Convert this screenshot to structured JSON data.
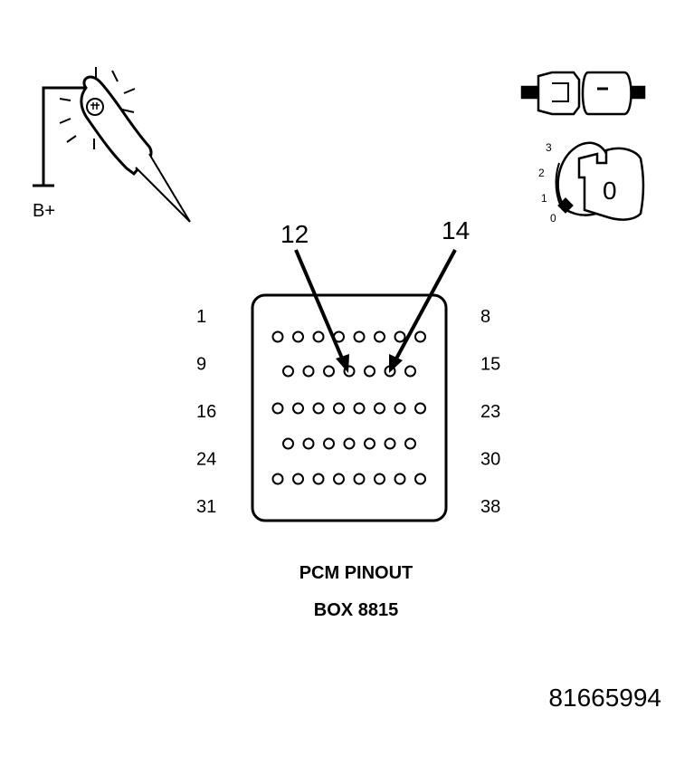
{
  "test_light": {
    "supply_label": "B+"
  },
  "ignition": {
    "positions": [
      "3",
      "2",
      "1",
      "0"
    ],
    "key_label": "0"
  },
  "connector": {
    "rows": [
      {
        "first": "1",
        "last": "8",
        "pins": 8,
        "offset": false
      },
      {
        "first": "9",
        "last": "15",
        "pins": 7,
        "offset": true
      },
      {
        "first": "16",
        "last": "23",
        "pins": 8,
        "offset": false
      },
      {
        "first": "24",
        "last": "30",
        "pins": 7,
        "offset": true
      },
      {
        "first": "31",
        "last": "38",
        "pins": 8,
        "offset": false
      }
    ],
    "callouts": [
      "12",
      "14"
    ]
  },
  "caption": {
    "line1": "PCM PINOUT",
    "line2": "BOX 8815"
  },
  "figure_number": "81665994"
}
